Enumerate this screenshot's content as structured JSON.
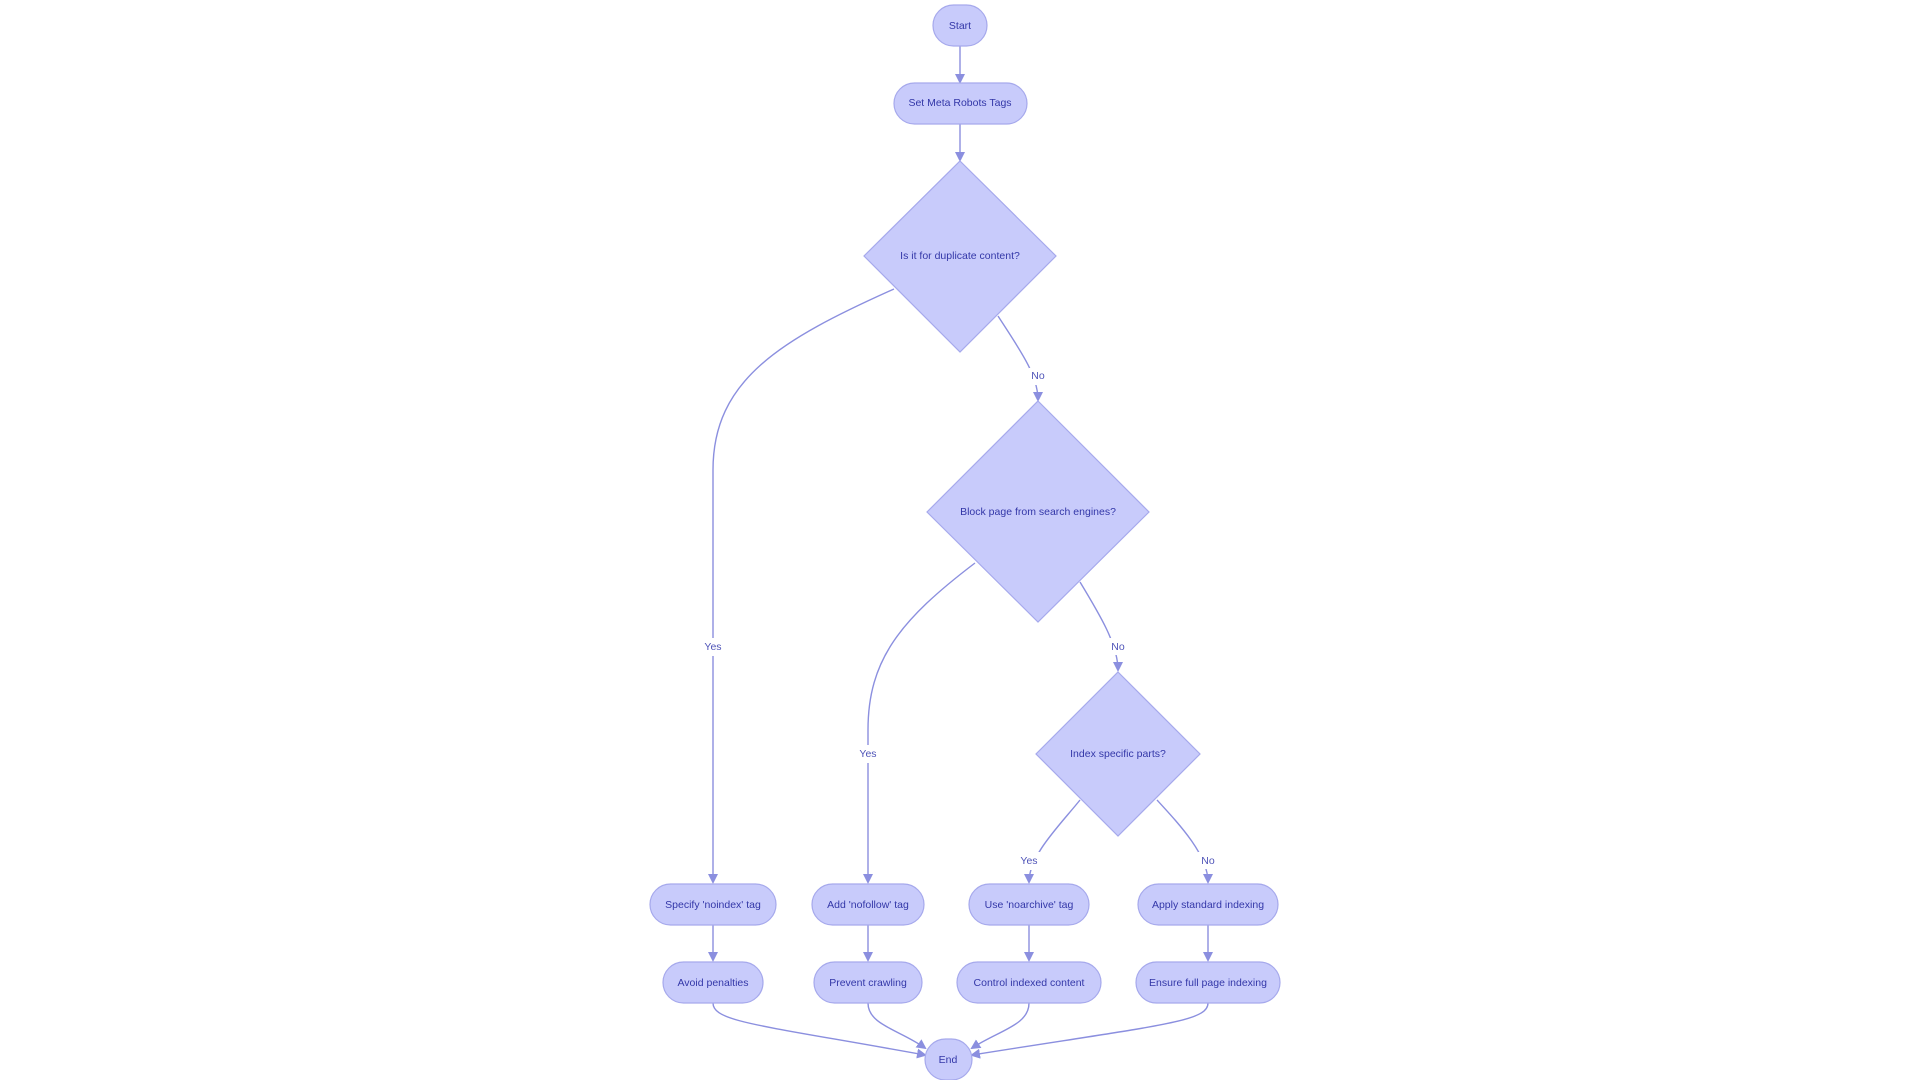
{
  "diagram": {
    "nodes": {
      "start": "Start",
      "set_meta": "Set Meta Robots Tags",
      "dup_content": "Is it for duplicate content?",
      "block_page": "Block page from search engines?",
      "index_parts": "Index specific parts?",
      "noindex": "Specify 'noindex' tag",
      "nofollow": "Add 'nofollow' tag",
      "noarchive": "Use 'noarchive' tag",
      "standard": "Apply standard indexing",
      "avoid_penalties": "Avoid penalties",
      "prevent_crawling": "Prevent crawling",
      "control_indexed": "Control indexed content",
      "full_page": "Ensure full page indexing",
      "end": "End"
    },
    "edge_labels": {
      "dup_yes": "Yes",
      "dup_no": "No",
      "block_yes": "Yes",
      "block_no": "No",
      "parts_yes": "Yes",
      "parts_no": "No"
    },
    "colors": {
      "node_fill": "#c8cbfb",
      "node_stroke": "#a6a9ec",
      "text": "#3337a8",
      "edge": "#8b8fdf"
    }
  }
}
